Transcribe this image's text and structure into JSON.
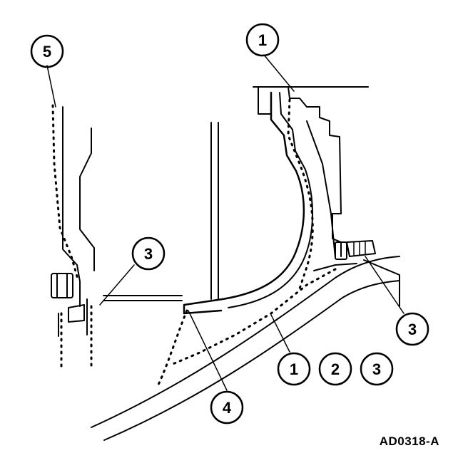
{
  "figure_id": "AD0318-A",
  "callouts": {
    "c5": "5",
    "c1_top": "1",
    "c3_left": "3",
    "c3_right": "3",
    "c4": "4",
    "c1_bottom": "1",
    "c2_bottom": "2",
    "c3_bottom": "3"
  }
}
